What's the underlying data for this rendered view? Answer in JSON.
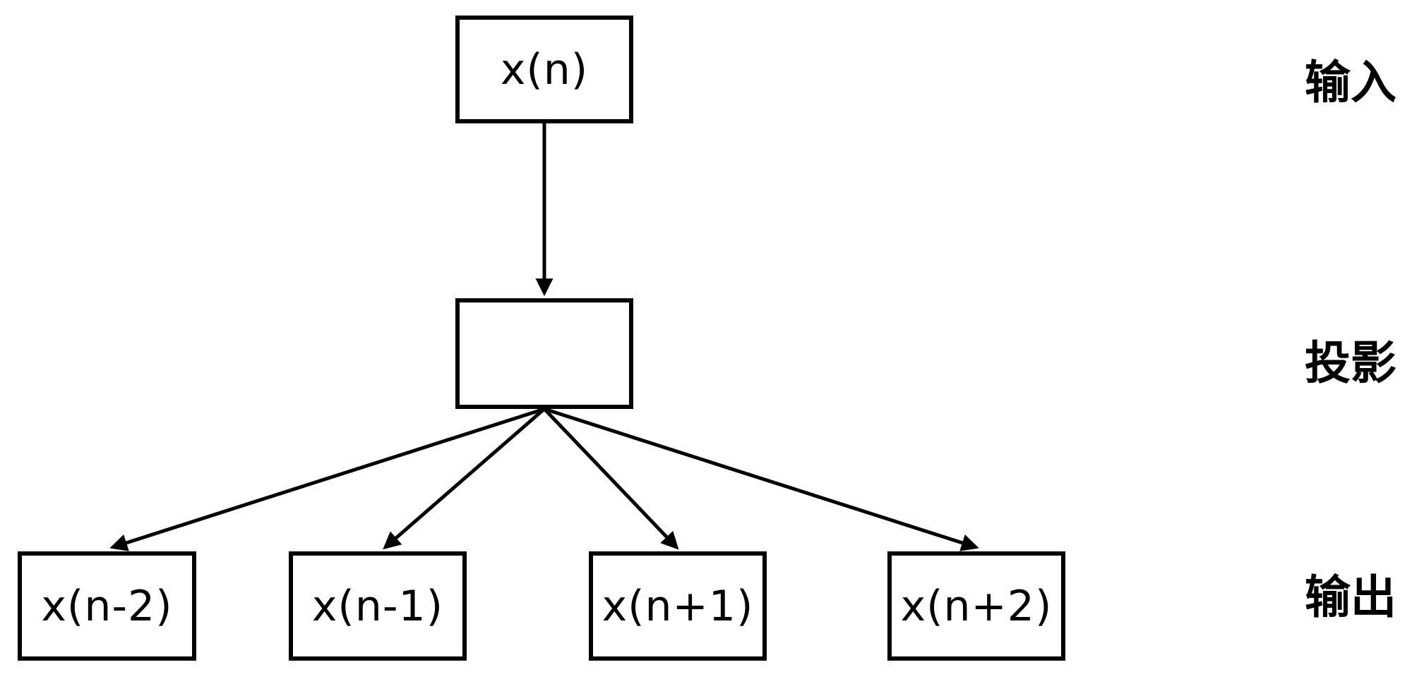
{
  "diagram": {
    "input": {
      "label": "x(n)"
    },
    "projection": {
      "label": ""
    },
    "outputs": [
      {
        "label": "x(n-2)"
      },
      {
        "label": "x(n-1)"
      },
      {
        "label": "x(n+1)"
      },
      {
        "label": "x(n+2)"
      }
    ],
    "stages": {
      "input_label": "输入",
      "projection_label": "投影",
      "output_label": "输出"
    }
  },
  "colors": {
    "stroke": "#000000",
    "background": "#ffffff",
    "text": "#000000"
  }
}
